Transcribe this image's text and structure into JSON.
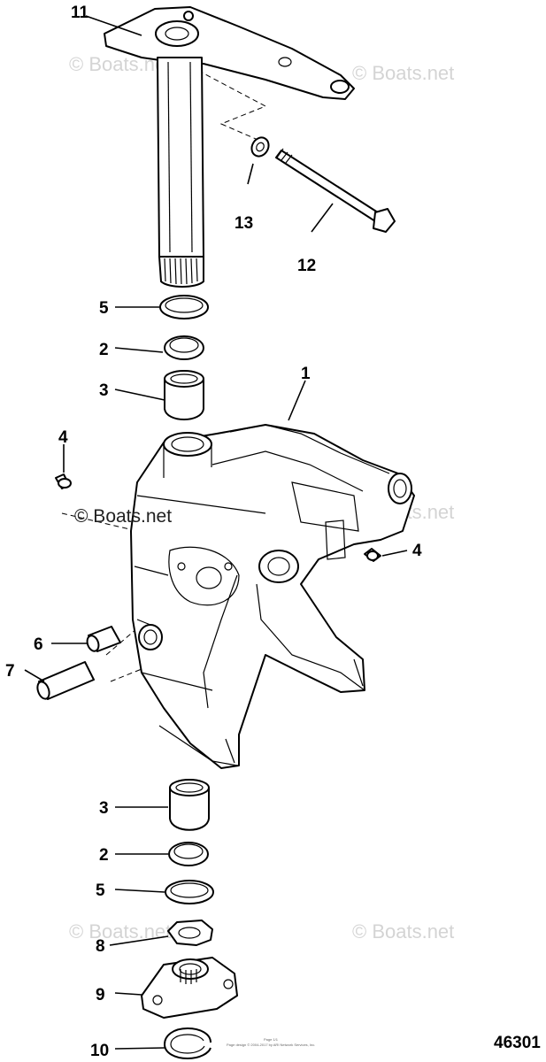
{
  "callouts": {
    "c1": "1",
    "c2a": "2",
    "c2b": "2",
    "c3a": "3",
    "c3b": "3",
    "c4a": "4",
    "c4b": "4",
    "c5a": "5",
    "c5b": "5",
    "c6": "6",
    "c7": "7",
    "c8": "8",
    "c9": "9",
    "c10": "10",
    "c11": "11",
    "c12": "12",
    "c13": "13"
  },
  "figure_number": "46301",
  "watermark": {
    "main": "© Boats.net",
    "corner_top_left": "© Boats.net",
    "corner_top_right": "© Boats.net",
    "right_middle": "© Boats.net",
    "corner_bottom_left": "© Boats.net",
    "corner_bottom_right": "© Boats.net"
  },
  "copyright_footer": {
    "line1": "Page 1/1",
    "line2": "Page design © 2004-2017 by ARI Network Services, Inc."
  },
  "colors": {
    "line": "#000000",
    "background": "#ffffff",
    "watermark": "#d4d4d4"
  }
}
